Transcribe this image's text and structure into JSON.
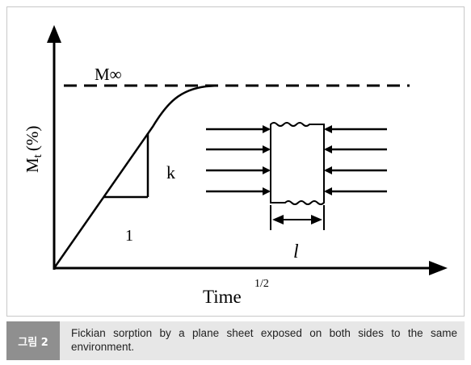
{
  "diagram": {
    "asymptote_label": "M∞",
    "y_axis_label_main": "M",
    "y_axis_label_sub": "t",
    "y_axis_label_unit": "(%)",
    "x_axis_label": "Time",
    "x_axis_exponent": "1/2",
    "slope_label": "k",
    "run_label": "1",
    "thickness_label": "l"
  },
  "caption": {
    "badge": "그림 2",
    "text": "Fickian sorption by a plane sheet exposed on both sides to the same environment."
  }
}
